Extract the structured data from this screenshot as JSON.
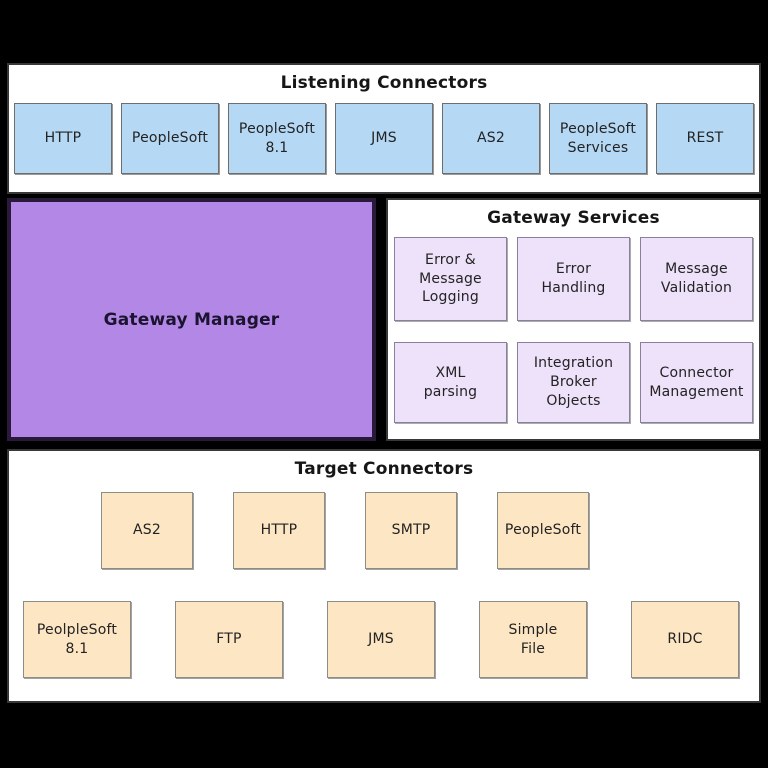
{
  "diagram": {
    "background": "#000000"
  },
  "listening": {
    "title": "Listening Connectors",
    "connectors": [
      "HTTP",
      "PeopleSoft",
      "PeopleSoft\n8.1",
      "JMS",
      "AS2",
      "PeopleSoft\nServices",
      "REST"
    ]
  },
  "gateway_manager": {
    "label": "Gateway Manager"
  },
  "gateway_services": {
    "title": "Gateway Services",
    "row1": [
      "Error &\nMessage\nLogging",
      "Error\nHandling",
      "Message\nValidation"
    ],
    "row2": [
      "XML\nparsing",
      "Integration\nBroker\nObjects",
      "Connector\nManagement"
    ]
  },
  "target": {
    "title": "Target Connectors",
    "row1": [
      "AS2",
      "HTTP",
      "SMTP",
      "PeopleSoft"
    ],
    "row2": [
      "PeolpleSoft\n8.1",
      "FTP",
      "JMS",
      "Simple\nFile",
      "RIDC"
    ]
  },
  "colors": {
    "background": "#000000",
    "listening_box_fill": "#b5d8f5",
    "gateway_manager_fill": "#b287e5",
    "service_box_fill": "#eee1fa",
    "target_box_fill": "#fde6c4",
    "panel_fill": "#ffffff",
    "text": "#1d1d1d"
  }
}
